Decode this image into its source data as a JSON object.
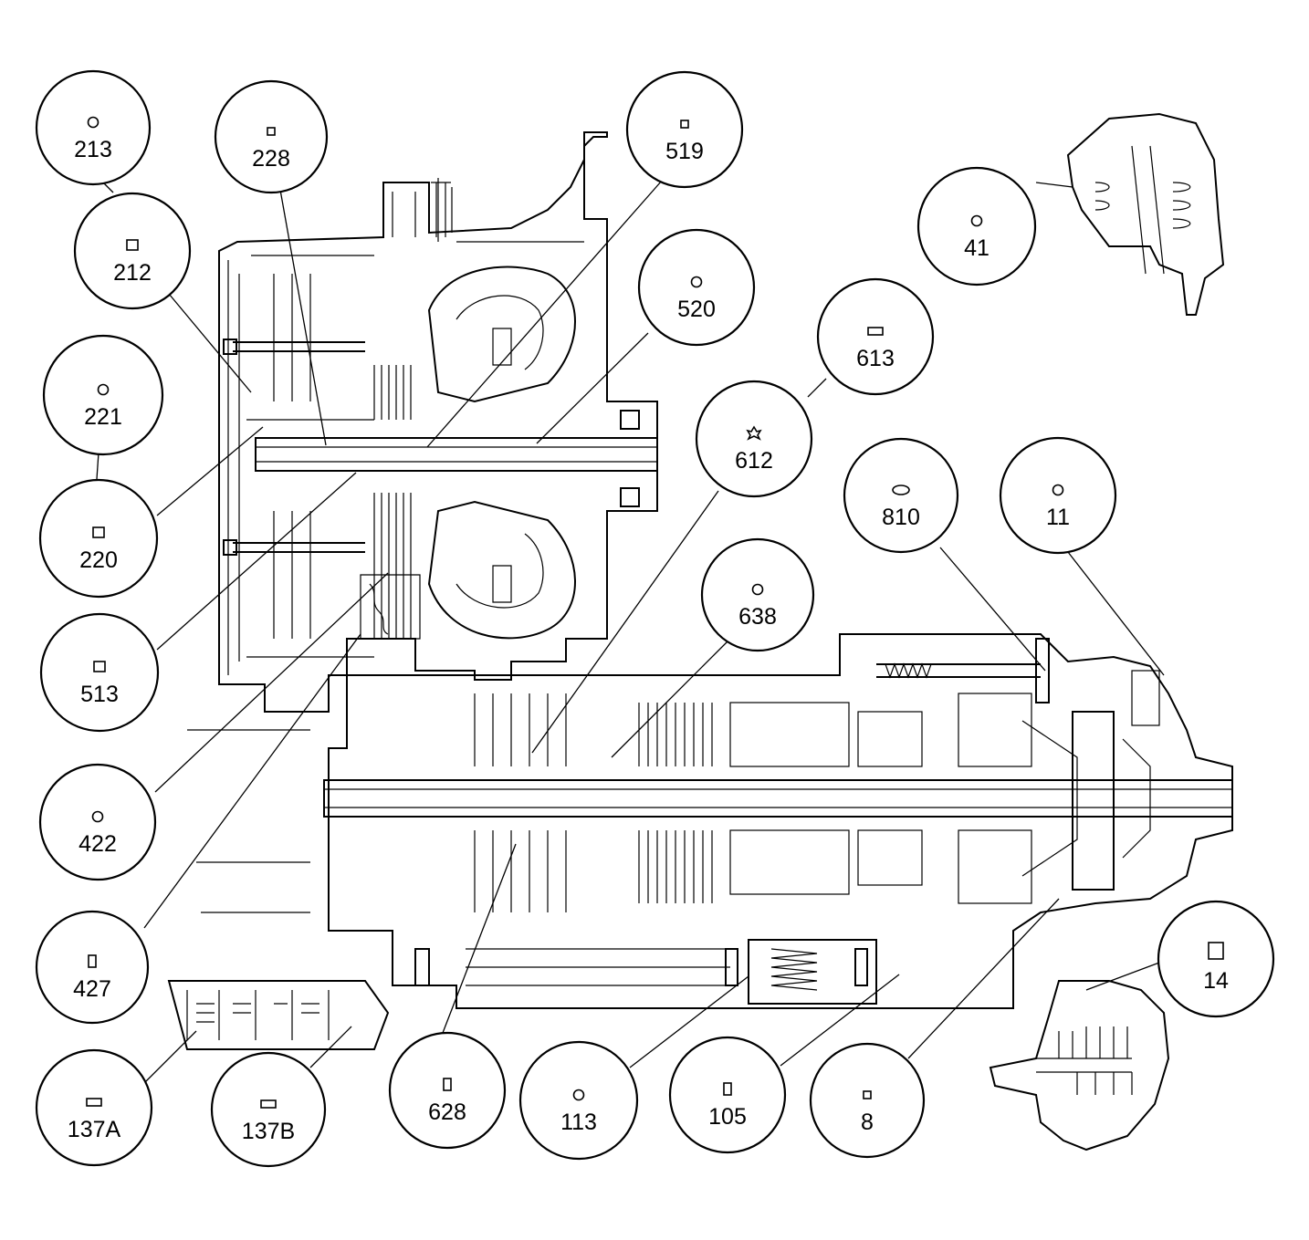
{
  "callouts": [
    {
      "id": "213",
      "symbol": "circle"
    },
    {
      "id": "212",
      "symbol": "square"
    },
    {
      "id": "228",
      "symbol": "square-small"
    },
    {
      "id": "519",
      "symbol": "square-small"
    },
    {
      "id": "520",
      "symbol": "circle"
    },
    {
      "id": "41",
      "symbol": "circle"
    },
    {
      "id": "613",
      "symbol": "rectangle-wide"
    },
    {
      "id": "221",
      "symbol": "circle"
    },
    {
      "id": "612",
      "symbol": "star"
    },
    {
      "id": "220",
      "symbol": "square"
    },
    {
      "id": "810",
      "symbol": "ellipse"
    },
    {
      "id": "11",
      "symbol": "circle"
    },
    {
      "id": "638",
      "symbol": "circle"
    },
    {
      "id": "513",
      "symbol": "square"
    },
    {
      "id": "422",
      "symbol": "circle"
    },
    {
      "id": "427",
      "symbol": "rectangle-tall"
    },
    {
      "id": "14",
      "symbol": "rectangle-tall"
    },
    {
      "id": "137A",
      "symbol": "rectangle-wide"
    },
    {
      "id": "137B",
      "symbol": "rectangle-wide"
    },
    {
      "id": "628",
      "symbol": "rectangle-tall"
    },
    {
      "id": "113",
      "symbol": "circle"
    },
    {
      "id": "105",
      "symbol": "rectangle-tall"
    },
    {
      "id": "8",
      "symbol": "square-small"
    }
  ]
}
